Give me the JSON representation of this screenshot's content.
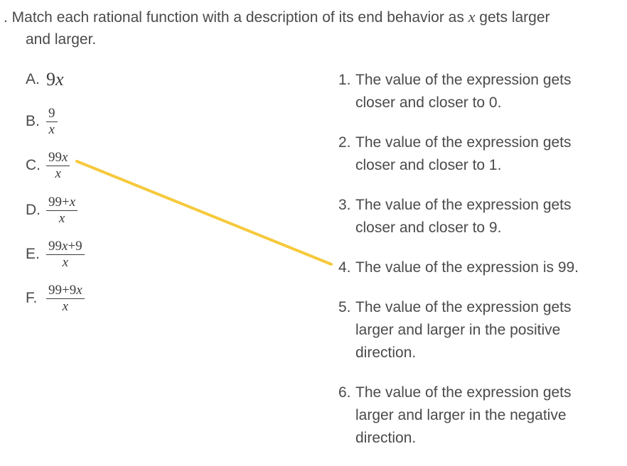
{
  "heading": {
    "line1_prefix": ". Match each rational function with a description of its end behavior as ",
    "variable": "x",
    "line1_suffix": " gets larger",
    "line2": "and larger."
  },
  "options": [
    {
      "label": "A.",
      "expr": "9x"
    },
    {
      "label": "B.",
      "num": "9",
      "den": "x"
    },
    {
      "label": "C.",
      "num": "99x",
      "den": "x"
    },
    {
      "label": "D.",
      "num": "99+x",
      "den": "x"
    },
    {
      "label": "E.",
      "num": "99x+9",
      "den": "x"
    },
    {
      "label": "F.",
      "num": "99+9x",
      "den": "x"
    }
  ],
  "descriptions": [
    {
      "number": "1.",
      "text": "The value of the expression gets closer and closer to 0."
    },
    {
      "number": "2.",
      "text": "The value of the expression gets closer and closer to 1."
    },
    {
      "number": "3.",
      "text": "The value of the expression gets closer and closer to 9."
    },
    {
      "number": "4.",
      "text": "The value of the expression is 99."
    },
    {
      "number": "5.",
      "text": "The value of the expression gets larger and larger in the positive direction."
    },
    {
      "number": "6.",
      "text": "The value of the expression gets larger and larger in the negative direction."
    }
  ],
  "match": {
    "from_option": "C",
    "to_description": "4",
    "line_color": "#F6C93C"
  }
}
